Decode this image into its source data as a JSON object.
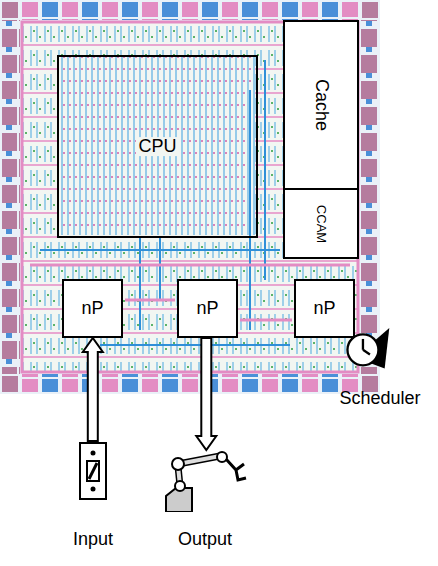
{
  "diagram": {
    "nodes": [
      {
        "text": [
          "CPU"
        ]
      },
      {
        "text": [
          "Cache"
        ]
      },
      {
        "text": [
          "CCAM"
        ]
      },
      {
        "text": [
          "nP"
        ]
      },
      {
        "text": [
          "nP"
        ]
      },
      {
        "text": [
          "nP"
        ]
      },
      {
        "text": [
          "Scheduler"
        ]
      },
      {
        "text": [
          "Input"
        ]
      },
      {
        "text": [
          "Output"
        ]
      }
    ],
    "edges": [
      {
        "from": 7,
        "to": 3,
        "arrow": "to"
      },
      {
        "from": 4,
        "to": 8,
        "arrow": "to"
      }
    ]
  }
}
